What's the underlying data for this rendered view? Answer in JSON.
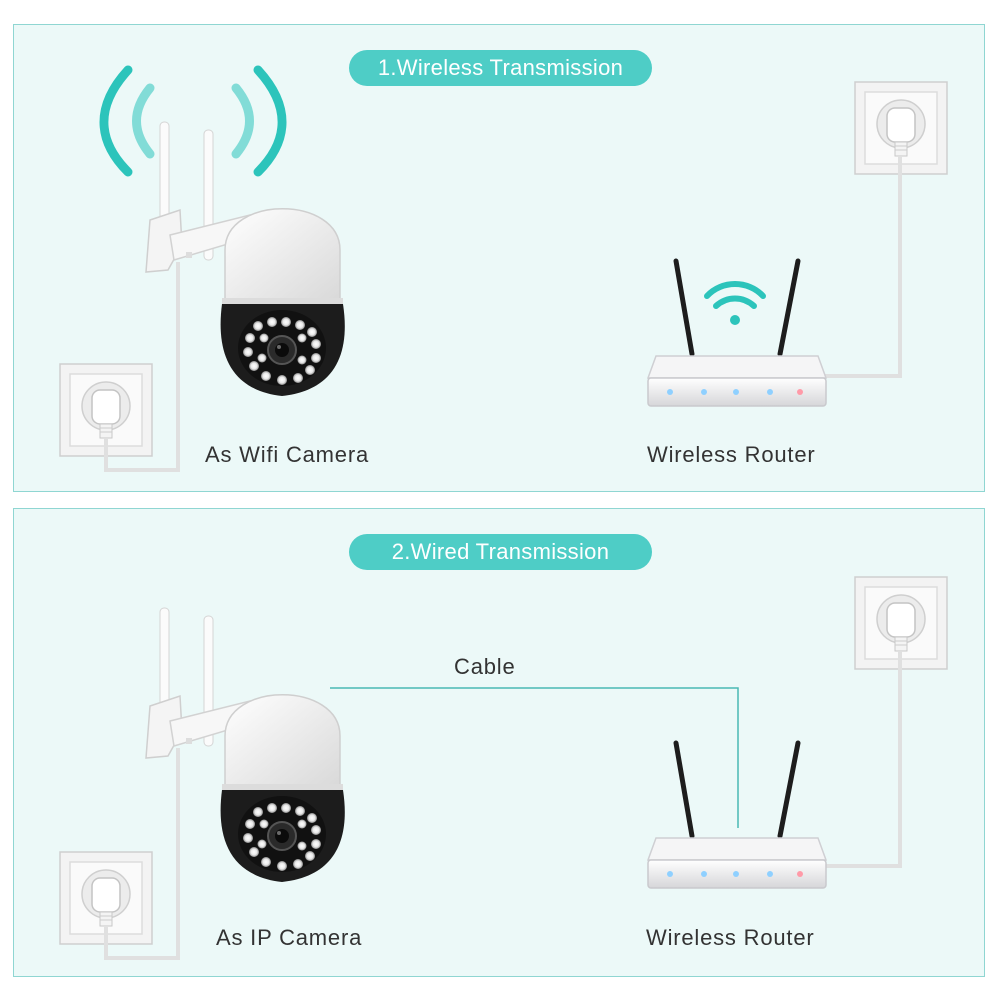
{
  "sections": [
    {
      "title": "1.Wireless Transmission",
      "camera_caption": "As Wifi Camera",
      "router_caption": "Wireless Router"
    },
    {
      "title": "2.Wired Transmission",
      "camera_caption": "As IP Camera",
      "router_caption": "Wireless Router",
      "connection_label": "Cable"
    }
  ],
  "colors": {
    "accent": "#4ecdc6",
    "panel_background": "#ecf9f8",
    "panel_border": "#8fd6d2",
    "wifi_signal": "#2cc4bb",
    "camera_body": "#f4f4f4",
    "camera_face": "#1c1c1c"
  },
  "icons": [
    "camera-icon",
    "wall-socket-icon",
    "router-icon",
    "wifi-signal-icon"
  ]
}
